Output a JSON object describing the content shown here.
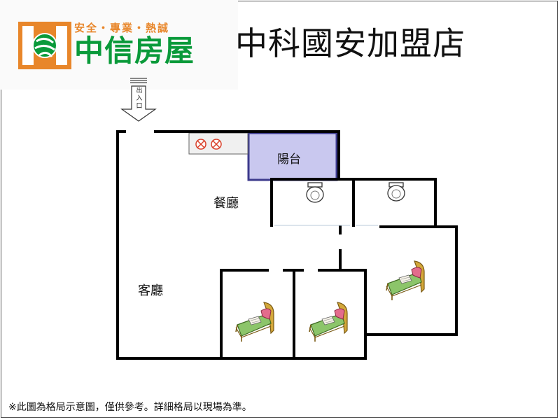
{
  "logo": {
    "tagline": "安全・專業・熱誠",
    "brand": "中信房屋"
  },
  "store_title": "中科國安加盟店",
  "entrance_label": "出入口",
  "rooms": {
    "balcony": "陽台",
    "dining": "餐廳",
    "living": "客廳"
  },
  "disclaimer": "※此圖為格局示意圖，僅供參考。詳細格局以現場為準。",
  "colors": {
    "logo_orange": "#e8862a",
    "logo_green": "#0a9a3a",
    "balcony_fill": "#c9c8ef",
    "balcony_border": "#3c3a8c",
    "stove_burner": "#d9402a",
    "bed_frame": "#d4a83a",
    "bed_blanket": "#8cc56a",
    "bed_pillow": "#e36c8c"
  },
  "icons": [
    "logo-mark-icon",
    "entrance-arrow-icon",
    "stove-burner-icon",
    "toilet-icon",
    "bed-icon"
  ]
}
